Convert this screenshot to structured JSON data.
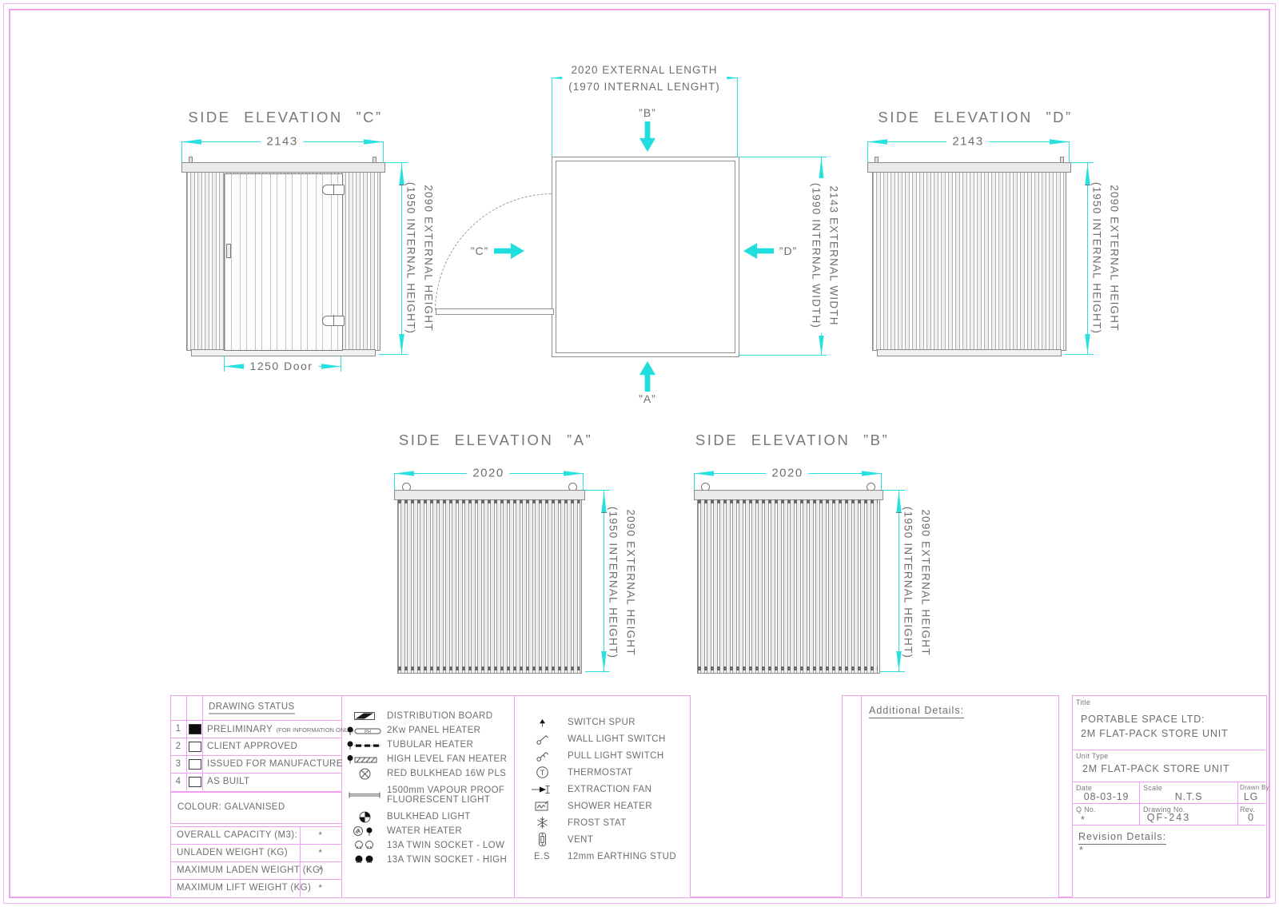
{
  "colors": {
    "dim_cyan": "#27e0e0",
    "line_gray": "#8c8c8c",
    "text_gray": "#6e6e6e",
    "table_pink": "#efa0ef"
  },
  "elev_c": {
    "title": "SIDE ELEVATION ”C”",
    "width_dim": "2143",
    "door_dim": "1250 Door",
    "height_line1": "2090 EXTERNAL HEIGHT",
    "height_line2": "(1950 INTERNAL HEIGHT)"
  },
  "elev_d": {
    "title": "SIDE ELEVATION ”D”",
    "width_dim": "2143",
    "height_line1": "2090 EXTERNAL HEIGHT",
    "height_line2": "(1950 INTERNAL HEIGHT)"
  },
  "elev_a": {
    "title": "SIDE ELEVATION ”A”",
    "width_dim": "2020",
    "height_line1": "2090 EXTERNAL HEIGHT",
    "height_line2": "(1950 INTERNAL HEIGHT)"
  },
  "elev_b": {
    "title": "SIDE ELEVATION ”B”",
    "width_dim": "2020",
    "height_line1": "2090 EXTERNAL HEIGHT",
    "height_line2": "(1950 INTERNAL HEIGHT)"
  },
  "plan": {
    "length_line1": "2020 EXTERNAL LENGTH",
    "length_line2": "(1970 INTERNAL LENGHT)",
    "width_line1": "2143 EXTERNAL WIDTH",
    "width_line2": "(1990 INTERNAL WIDTH)",
    "label_a": "”A”",
    "label_b": "”B”",
    "label_c": "”C”",
    "label_d": "”D”"
  },
  "status": {
    "header": "DRAWING STATUS",
    "rows": [
      {
        "num": "1",
        "label": "PRELIMINARY",
        "note": "(FOR INFORMATION ONLY)",
        "checked": true
      },
      {
        "num": "2",
        "label": "CLIENT APPROVED",
        "note": "",
        "checked": false
      },
      {
        "num": "3",
        "label": "ISSUED FOR MANUFACTURE",
        "note": "",
        "checked": false
      },
      {
        "num": "4",
        "label": "AS BUILT",
        "note": "",
        "checked": false
      }
    ],
    "colour": "COLOUR: GALVANISED",
    "specs": [
      {
        "label": "OVERALL CAPACITY (M3):",
        "value": "*"
      },
      {
        "label": "UNLADEN WEIGHT (KG)",
        "value": "*"
      },
      {
        "label": "MAXIMUM LADEN WEIGHT (KG)",
        "value": "*"
      },
      {
        "label": "MAXIMUM LIFT WEIGHT (KG)",
        "value": "*"
      }
    ]
  },
  "legend1": [
    {
      "icon": "distribution-board",
      "label": "DISTRIBUTION BOARD"
    },
    {
      "icon": "panel-heater",
      "label": "2Kw PANEL HEATER"
    },
    {
      "icon": "tubular-heater",
      "label": "TUBULAR HEATER"
    },
    {
      "icon": "fan-heater",
      "label": "HIGH LEVEL FAN HEATER"
    },
    {
      "icon": "red-bulkhead",
      "label": "RED BULKHEAD 16W PLS"
    },
    {
      "icon": "fluorescent-light",
      "label": "1500mm VAPOUR PROOF",
      "label2": "FLUORESCENT LIGHT"
    },
    {
      "icon": "bulkhead-light",
      "label": "BULKHEAD LIGHT"
    },
    {
      "icon": "water-heater",
      "label": "WATER HEATER"
    },
    {
      "icon": "twin-socket-low",
      "label": "13A TWIN SOCKET - LOW"
    },
    {
      "icon": "twin-socket-high",
      "label": "13A TWIN SOCKET - HIGH"
    }
  ],
  "legend2": [
    {
      "icon": "switch-spur",
      "label": "SWITCH SPUR"
    },
    {
      "icon": "wall-light-switch",
      "label": "WALL LIGHT SWITCH"
    },
    {
      "icon": "pull-light-switch",
      "label": "PULL LIGHT SWITCH"
    },
    {
      "icon": "thermostat",
      "label": "THERMOSTAT"
    },
    {
      "icon": "extraction-fan",
      "label": "EXTRACTION FAN"
    },
    {
      "icon": "shower-heater",
      "label": "SHOWER HEATER"
    },
    {
      "icon": "frost-stat",
      "label": "FROST STAT"
    },
    {
      "icon": "vent",
      "label": "VENT"
    },
    {
      "icon": "earthing-stud",
      "prefix": "E.S",
      "label": "12mm EARTHING STUD"
    }
  ],
  "icons": {
    "panel_heater_text": "PH",
    "thermostat_letter": "T"
  },
  "additional": {
    "heading": "Additional Details:"
  },
  "tb": {
    "title_label": "Title",
    "title1": "PORTABLE SPACE LTD:",
    "title2": "2M FLAT-PACK STORE UNIT",
    "unit_label": "Unit Type",
    "unit": "2M FLAT-PACK STORE UNIT",
    "date_label": "Date",
    "date": "08-03-19",
    "scale_label": "Scale",
    "scale": "N.T.S",
    "drawn_label": "Drawn By",
    "drawn": "LG",
    "qno_label": "Q No.",
    "qno": "*",
    "dwg_label": "Drawing No.",
    "dwg": "QF-243",
    "rev_label": "Rev.",
    "rev": "0",
    "revdet_label": "Revision Details:",
    "revdet": "*"
  }
}
